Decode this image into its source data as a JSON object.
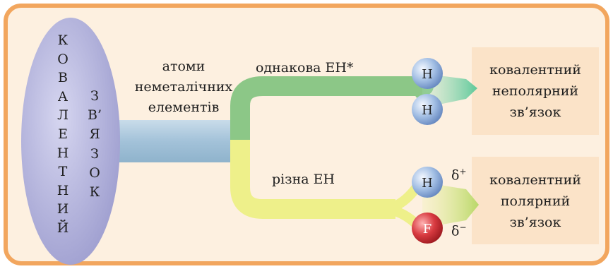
{
  "main_column": [
    "К",
    "О",
    "В",
    "А",
    "Л",
    "Е",
    "Н",
    "Т",
    "Н",
    "И",
    "Й"
  ],
  "second_column": [
    "З",
    "В’",
    "Я",
    "З",
    "О",
    "К"
  ],
  "source_label": [
    "атоми",
    "неметалічних",
    "елементів"
  ],
  "branch_top_label": "однакова ЕН*",
  "branch_bottom_label": "різна ЕН",
  "atoms": {
    "top_a": "H",
    "top_b": "H",
    "bottom_a": "H",
    "bottom_b": "F"
  },
  "charges": {
    "positive": "δ",
    "positive_sup": "+",
    "negative": "δ",
    "negative_sup": "−"
  },
  "result_top": [
    "ковалентний",
    "неполярний",
    "зв’язок"
  ],
  "result_bottom": [
    "ковалентний",
    "полярний",
    "зв’язок"
  ],
  "colors": {
    "border": "#f2a65e",
    "panel": "#fdf0e0",
    "result_box": "#fbe3c8",
    "ellipse": "#b3b3dc",
    "stem": "#a9c7dd",
    "green": "#8cc787",
    "yellow": "#eef08a",
    "h_atom": "#8fb1db",
    "f_atom": "#d2323a"
  }
}
